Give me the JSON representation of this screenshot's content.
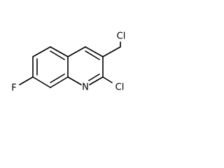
{
  "molecule": {
    "atoms": {
      "fluorine": "F",
      "ring_nitrogen": "N",
      "ring_chlorine": "Cl",
      "chloromethyl_chlorine": "Cl"
    },
    "colors": {
      "bonds": "#000000",
      "labels": "#000000",
      "background": "#ffffff"
    }
  }
}
